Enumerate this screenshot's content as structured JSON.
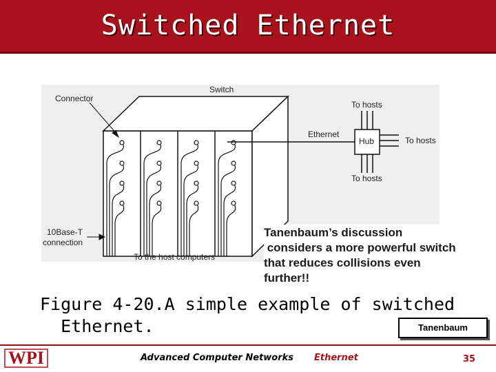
{
  "slide": {
    "title": "Switched Ethernet",
    "accent_color": "#a8121c"
  },
  "figure": {
    "labels": {
      "switch": "Switch",
      "connector": "Connector",
      "ethernet": "Ethernet",
      "hub": "Hub",
      "to_hosts_top": "To hosts",
      "to_hosts_right": "To hosts",
      "to_hosts_bottom": "To hosts",
      "base_t_line1": "10Base-T",
      "base_t_line2": "connection",
      "host_computers": "To the host computers"
    }
  },
  "callout": {
    "lines": [
      "Tanenbaum’s discussion",
      " considers a more powerful switch",
      "that reduces collisions even",
      "further!!"
    ]
  },
  "caption": {
    "line1": "Figure 4-20.A simple example of switched",
    "line2": "  Ethernet."
  },
  "source_tag": "Tanenbaum",
  "footer": {
    "logo_text": "WPI",
    "course": "Advanced Computer Networks",
    "topic": "Ethernet",
    "page_number": "35"
  }
}
